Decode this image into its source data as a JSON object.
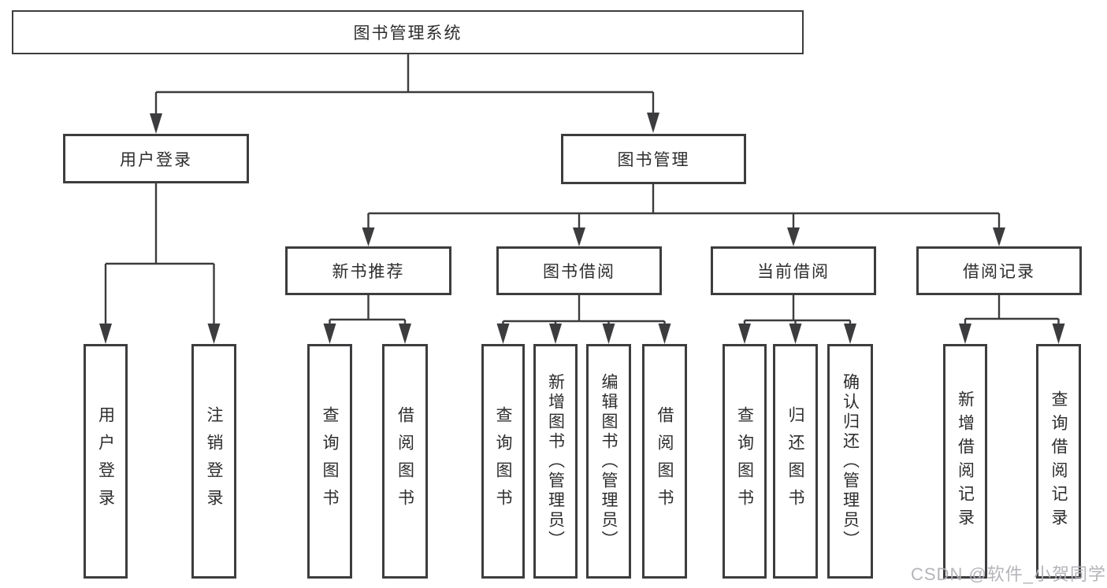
{
  "diagram": {
    "colors": {
      "line": "#3c3c3e",
      "box_border": "#3d3d3f",
      "text": "#2d2d2f",
      "background": "#ffffff",
      "watermark": "#b0b0b6"
    },
    "root": {
      "label": "图书管理系统"
    },
    "level2": [
      {
        "label": "用户登录"
      },
      {
        "label": "图书管理"
      }
    ],
    "level3": [
      {
        "label": "新书推荐"
      },
      {
        "label": "图书借阅"
      },
      {
        "label": "当前借阅"
      },
      {
        "label": "借阅记录"
      }
    ],
    "leaves": {
      "user_login": [
        {
          "label": "用户登录"
        },
        {
          "label": "注销登录"
        }
      ],
      "new_book_recommend": [
        {
          "label": "查询图书"
        },
        {
          "label": "借阅图书"
        }
      ],
      "book_borrowing": [
        {
          "label": "查询图书"
        },
        {
          "label": "新增图书（管理员）"
        },
        {
          "label": "编辑图书（管理员）"
        },
        {
          "label": "借阅图书"
        }
      ],
      "current_borrowing": [
        {
          "label": "查询图书"
        },
        {
          "label": "归还图书"
        },
        {
          "label": "确认归还（管理员）"
        }
      ],
      "borrowing_records": [
        {
          "label": "新增借阅记录"
        },
        {
          "label": "查询借阅记录"
        }
      ]
    },
    "watermark": "CSDN @软件_小贺同学"
  }
}
